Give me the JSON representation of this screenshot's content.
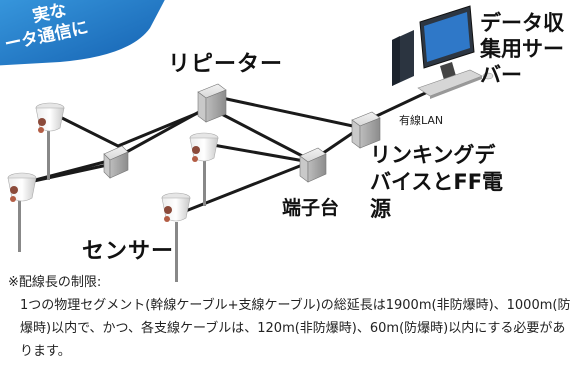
{
  "banner": {
    "text": "確実なデータ通信に",
    "lines": [
      "実な",
      "ータ通信に"
    ],
    "color": "#1a7fd0"
  },
  "labels": {
    "repeater": "リピーター",
    "server": "データ収集用サーバー",
    "lan": "有線LAN",
    "linking_device": "リンキングデバイスとFF電源",
    "terminal_block": "端子台",
    "sensor": "センサー"
  },
  "note": {
    "title": "※配線長の制限:",
    "body": "1つの物理セグメント(幹線ケーブル+支線ケーブル)の総延長は1900m(非防爆時)、1000m(防爆時)以内で、かつ、各支線ケーブルは、120m(非防爆時)、60m(防爆時)以内にする必要があります。"
  }
}
